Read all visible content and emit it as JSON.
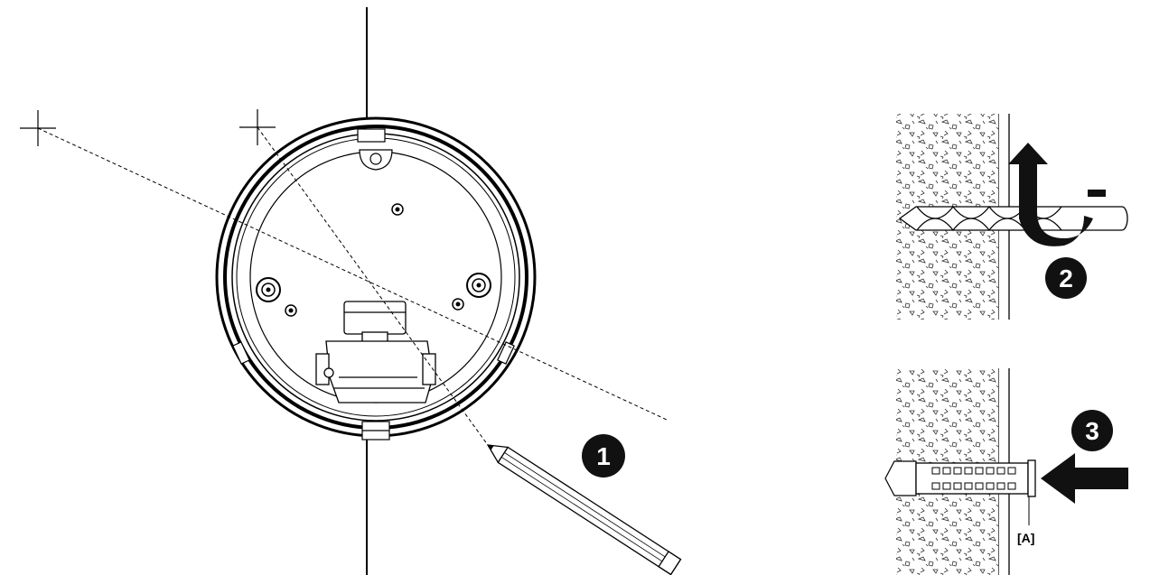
{
  "steps": [
    {
      "number": "1",
      "description": ""
    },
    {
      "number": "2",
      "description": ""
    },
    {
      "number": "3",
      "description": ""
    }
  ],
  "labels": {
    "anchor": "[A]"
  },
  "colors": {
    "line": "#000000",
    "badge": "#111111",
    "background": "#ffffff"
  },
  "icons": [
    "pencil-icon",
    "drill-bit-icon",
    "rotation-arrow-icon",
    "push-arrow-icon",
    "wall-anchor-icon"
  ]
}
